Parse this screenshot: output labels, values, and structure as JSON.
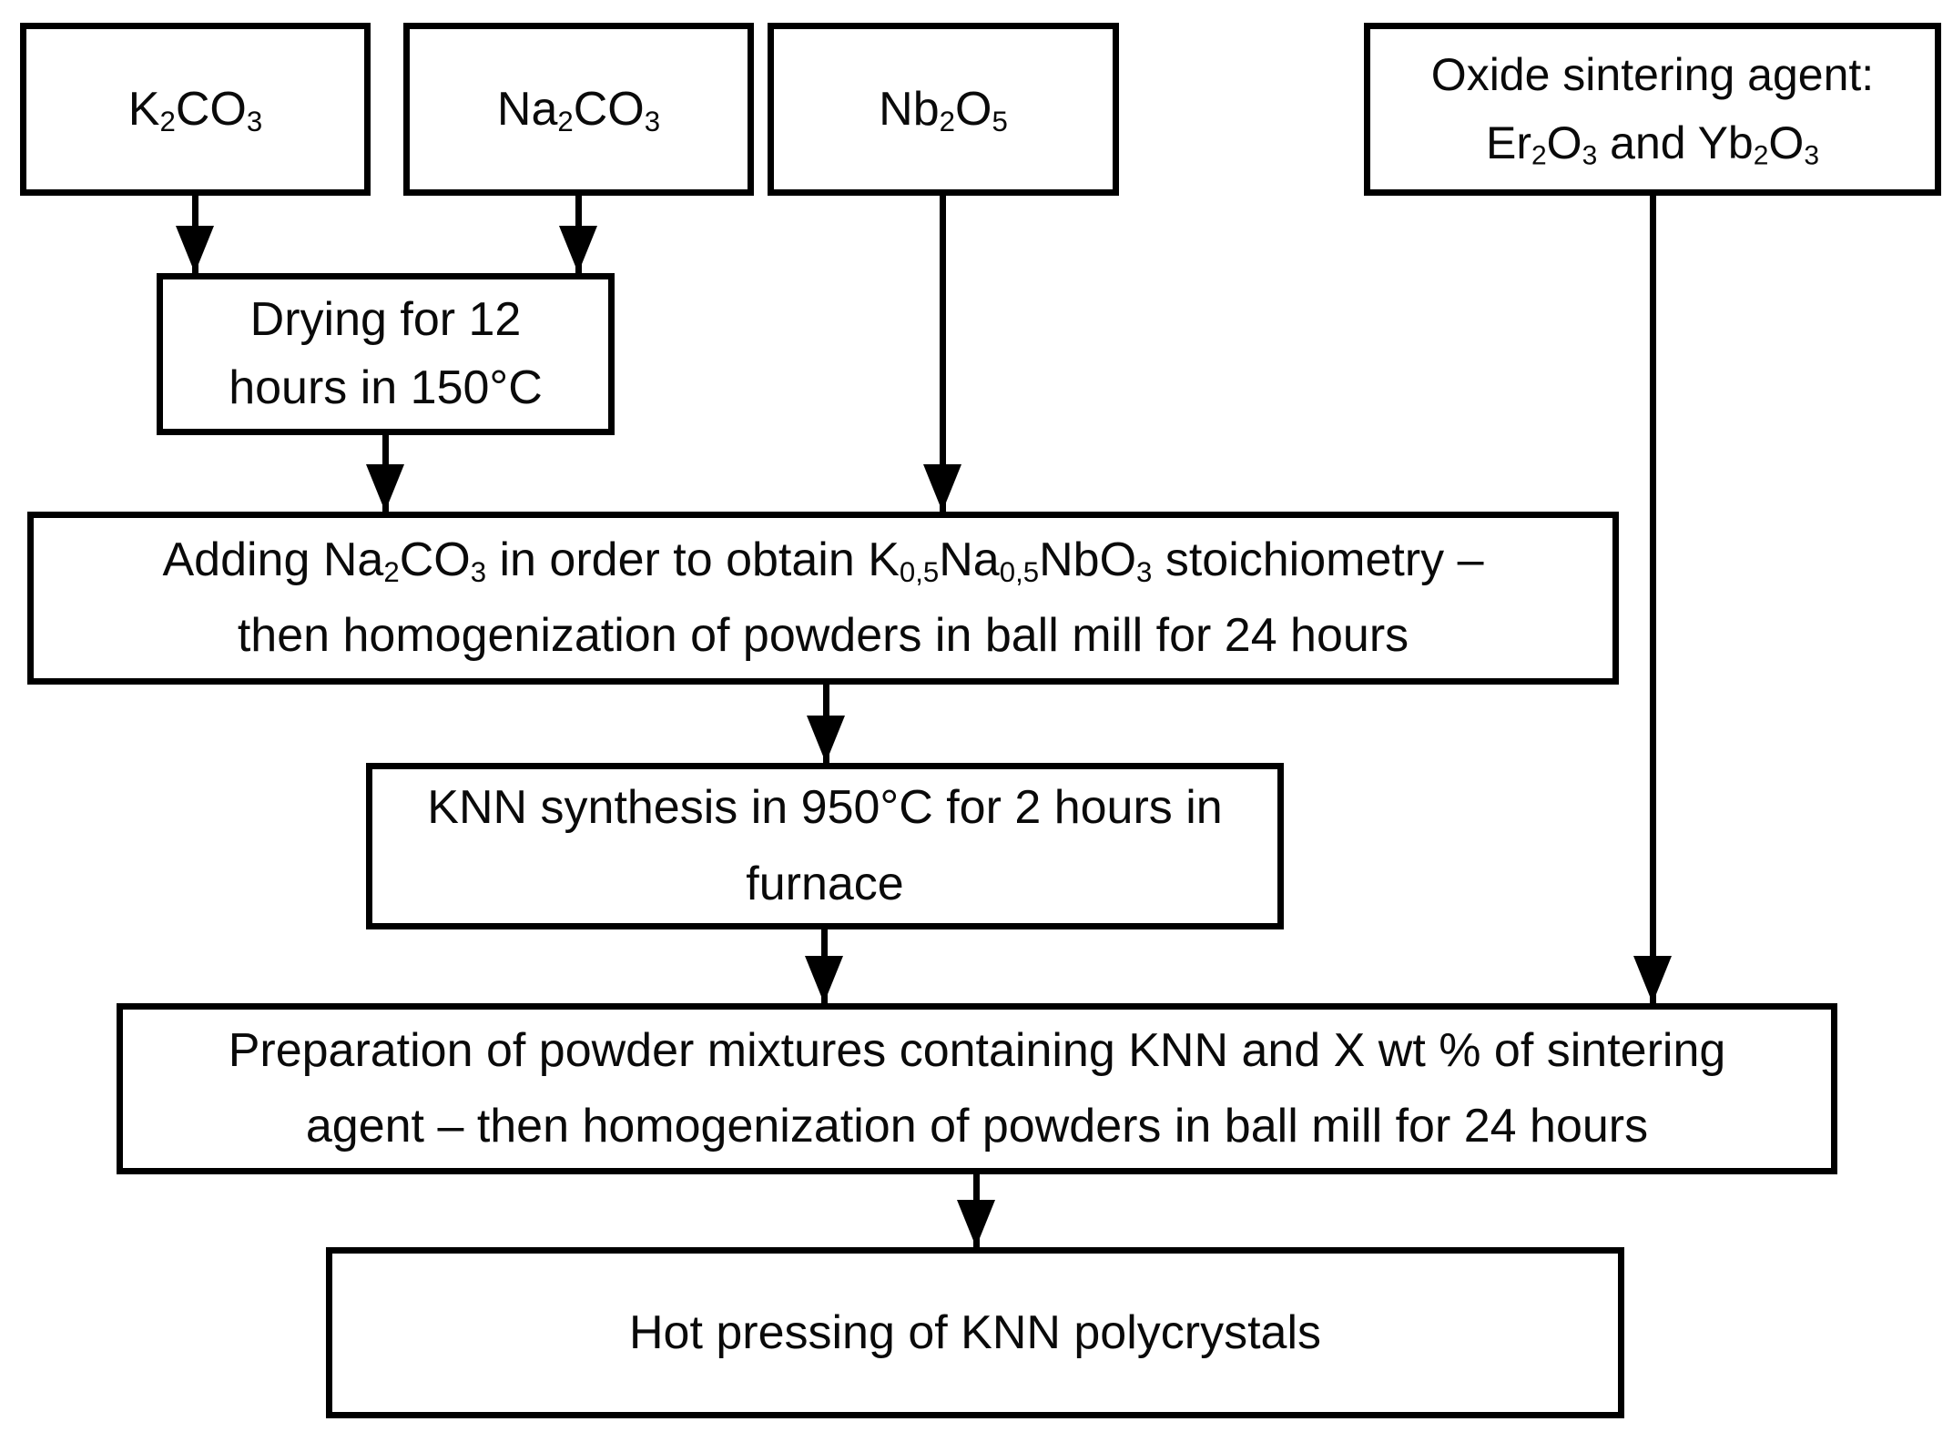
{
  "colors": {
    "background": "#ffffff",
    "box_border": "#000000",
    "text": "#0a0a0a",
    "arrow": "#000000"
  },
  "diagram": {
    "boxes": {
      "k2co3": {
        "lines": [
          [
            {
              "t": "K"
            },
            {
              "t": "2",
              "sub": true
            },
            {
              "t": "CO"
            },
            {
              "t": "3",
              "sub": true
            }
          ]
        ]
      },
      "na2co3": {
        "lines": [
          [
            {
              "t": "Na"
            },
            {
              "t": "2",
              "sub": true
            },
            {
              "t": "CO"
            },
            {
              "t": "3",
              "sub": true
            }
          ]
        ]
      },
      "nb2o5": {
        "lines": [
          [
            {
              "t": "Nb"
            },
            {
              "t": "2",
              "sub": true
            },
            {
              "t": "O"
            },
            {
              "t": "5",
              "sub": true
            }
          ]
        ]
      },
      "oxide": {
        "lines": [
          [
            {
              "t": "Oxide sintering agent:"
            }
          ],
          [
            {
              "t": "Er"
            },
            {
              "t": "2",
              "sub": true
            },
            {
              "t": "O"
            },
            {
              "t": "3",
              "sub": true
            },
            {
              "t": " and Yb"
            },
            {
              "t": "2",
              "sub": true
            },
            {
              "t": "O"
            },
            {
              "t": "3",
              "sub": true
            }
          ]
        ]
      },
      "drying": {
        "lines": [
          [
            {
              "t": "Drying for 12"
            }
          ],
          [
            {
              "t": "hours in 150°C"
            }
          ]
        ]
      },
      "adding": {
        "lines": [
          [
            {
              "t": "Adding Na"
            },
            {
              "t": "2",
              "sub": true
            },
            {
              "t": "CO"
            },
            {
              "t": "3",
              "sub": true
            },
            {
              "t": " in order to obtain K"
            },
            {
              "t": "0,5",
              "sub": true
            },
            {
              "t": "Na"
            },
            {
              "t": "0,5",
              "sub": true
            },
            {
              "t": "NbO"
            },
            {
              "t": "3",
              "sub": true
            },
            {
              "t": " stoichiometry –"
            }
          ],
          [
            {
              "t": "then homogenization of powders in ball mill for 24 hours"
            }
          ]
        ]
      },
      "knn": {
        "lines": [
          [
            {
              "t": "KNN synthesis in 950°C for 2 hours in"
            }
          ],
          [
            {
              "t": "furnace"
            }
          ]
        ]
      },
      "preparation": {
        "lines": [
          [
            {
              "t": "Preparation of powder mixtures containing KNN and X wt % of sintering"
            }
          ],
          [
            {
              "t": "agent – then homogenization of powders in ball mill for 24 hours"
            }
          ]
        ]
      },
      "hotpressing": {
        "lines": [
          [
            {
              "t": "Hot pressing of KNN polycrystals"
            }
          ]
        ]
      }
    },
    "connections": [
      {
        "from": "k2co3",
        "to": "drying"
      },
      {
        "from": "na2co3",
        "to": "drying"
      },
      {
        "from": "drying",
        "to": "adding"
      },
      {
        "from": "nb2o5",
        "to": "adding"
      },
      {
        "from": "adding",
        "to": "knn"
      },
      {
        "from": "knn",
        "to": "preparation"
      },
      {
        "from": "oxide",
        "to": "preparation"
      },
      {
        "from": "preparation",
        "to": "hotpressing"
      }
    ]
  }
}
